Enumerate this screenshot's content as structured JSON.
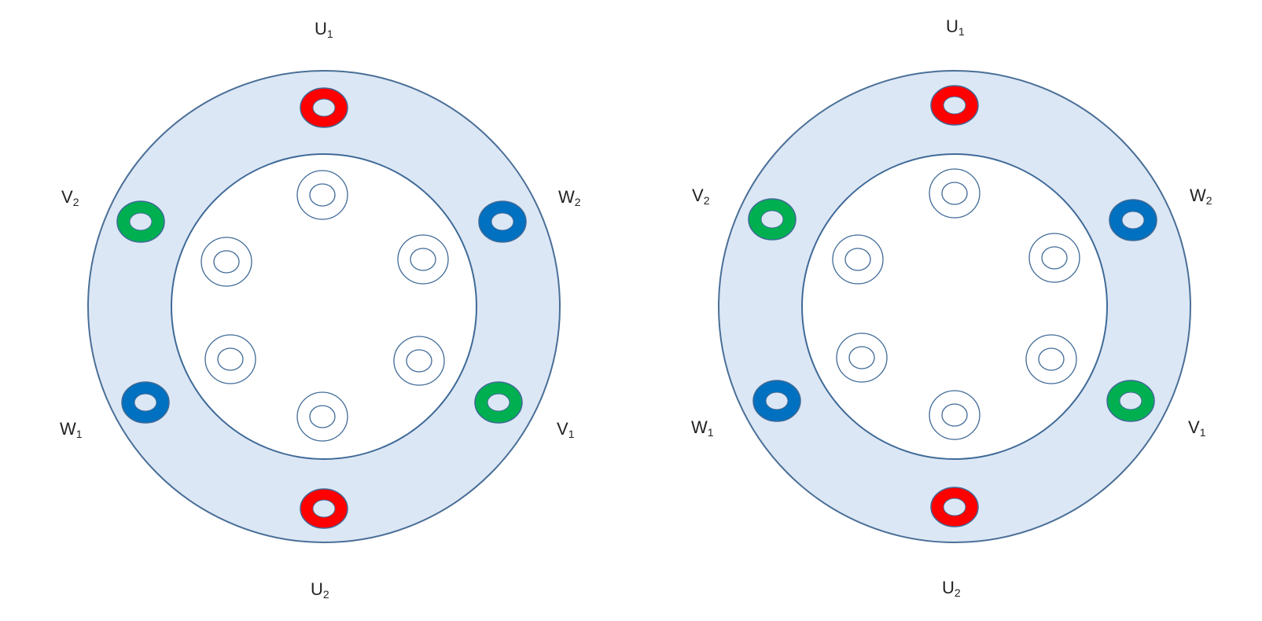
{
  "colors": {
    "stator_fill": "#dce7f5",
    "stator_stroke": "#4a6f97",
    "rotor_fill": "#ffffff",
    "rotor_stroke": "#3f6a97",
    "phase_U": "#ff0000",
    "phase_V": "#00b050",
    "phase_W": "#0070c0",
    "coil_outline": "#3f6a97"
  },
  "diagrams": [
    {
      "labels": {
        "U1": {
          "letter": "U",
          "sub": "1"
        },
        "U2": {
          "letter": "U",
          "sub": "2"
        },
        "V1": {
          "letter": "V",
          "sub": "1"
        },
        "V2": {
          "letter": "V",
          "sub": "2"
        },
        "W1": {
          "letter": "W",
          "sub": "1"
        },
        "W2": {
          "letter": "W",
          "sub": "2"
        }
      }
    },
    {
      "labels": {
        "U1": {
          "letter": "U",
          "sub": "1"
        },
        "U2": {
          "letter": "U",
          "sub": "2"
        },
        "V1": {
          "letter": "V",
          "sub": "1"
        },
        "V2": {
          "letter": "V",
          "sub": "2"
        },
        "W1": {
          "letter": "W",
          "sub": "1"
        },
        "W2": {
          "letter": "W",
          "sub": "2"
        }
      }
    }
  ]
}
